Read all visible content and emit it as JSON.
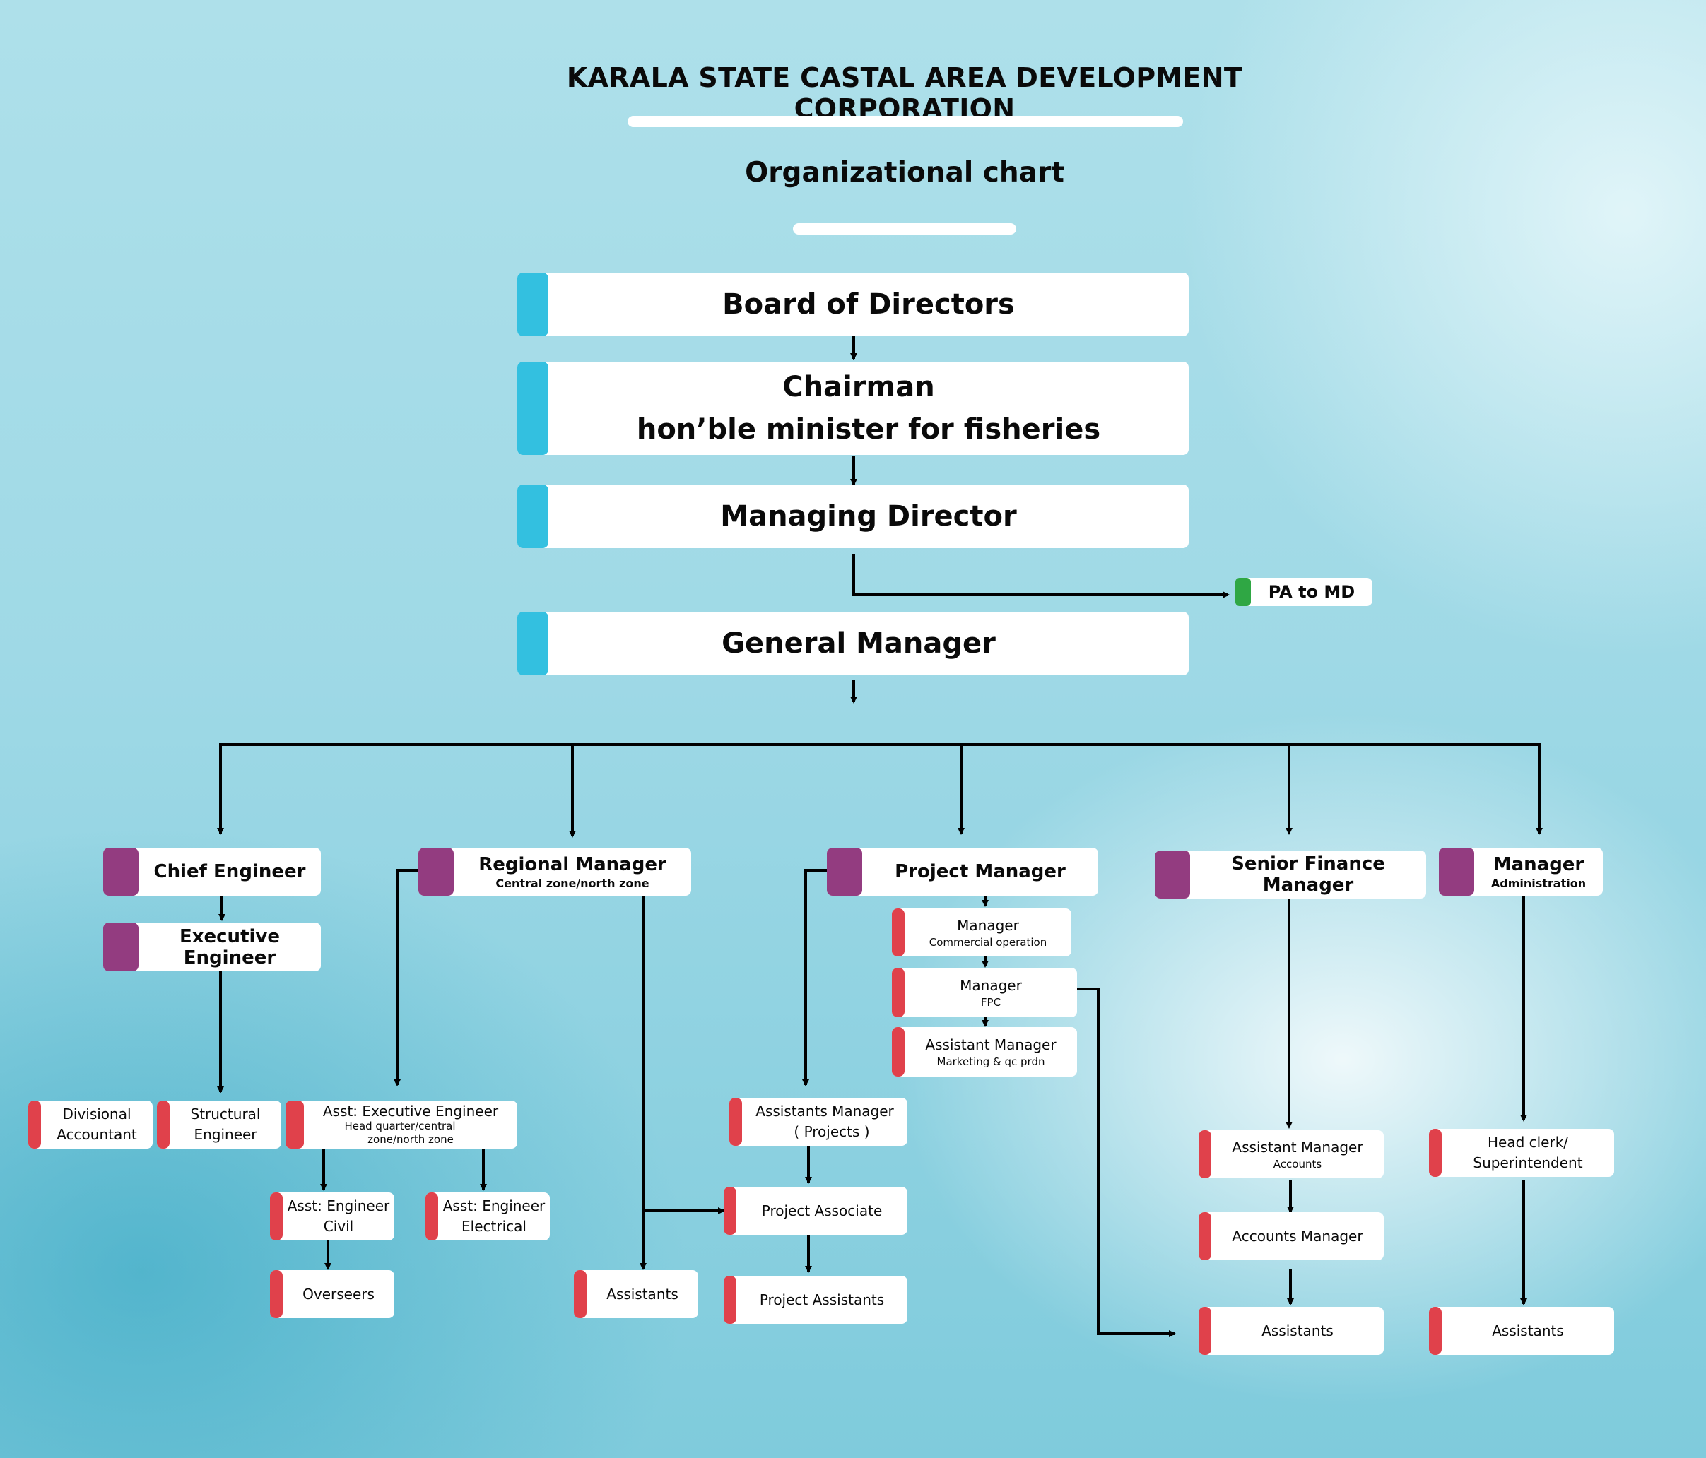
{
  "header": {
    "title": "KARALA STATE CASTAL AREA DEVELOPMENT CORPORATION",
    "subtitle": "Organizational chart"
  },
  "colors": {
    "top_accent": "#33c0e0",
    "department_accent": "#933c80",
    "staff_accent": "#e0414b",
    "assistant_accent": "#2fa744",
    "box_fill": "#ffffff",
    "connector": "#000000"
  },
  "nodes": {
    "board": {
      "title": "Board of Directors"
    },
    "chairman": {
      "title": "Chairman",
      "title2": "hon’ble minister for fisheries"
    },
    "md": {
      "title": "Managing Director"
    },
    "pa_md": {
      "title": "PA to MD"
    },
    "gm": {
      "title": "General Manager"
    },
    "chief_engineer": {
      "title": "Chief Engineer"
    },
    "executive_engineer": {
      "title": "Executive Engineer"
    },
    "regional_manager": {
      "title": "Regional Manager",
      "sub": "Central zone/north zone"
    },
    "project_manager": {
      "title": "Project Manager"
    },
    "senior_finance_manager": {
      "title": "Senior Finance Manager"
    },
    "manager_admin": {
      "title": "Manager",
      "sub": "Administration"
    },
    "mgr_commercial": {
      "title": "Manager",
      "sub": "Commercial operation"
    },
    "mgr_fpc": {
      "title": "Manager",
      "sub": "FPC"
    },
    "asst_mgr_marketing": {
      "title": "Assistant Manager",
      "sub": "Marketing & qc prdn"
    },
    "divisional_accountant": {
      "title": "Divisional",
      "title2": "Accountant"
    },
    "structural_engineer": {
      "title": "Structural",
      "title2": "Engineer"
    },
    "asst_exec_engineer": {
      "title": "Asst: Executive Engineer",
      "sub": "Head quarter/central",
      "sub2": "zone/north zone"
    },
    "asst_eng_civil": {
      "title": "Asst: Engineer",
      "title2": "Civil"
    },
    "asst_eng_electrical": {
      "title": "Asst: Engineer",
      "title2": "Electrical"
    },
    "overseers": {
      "title": "Overseers"
    },
    "rm_assistants": {
      "title": "Assistants"
    },
    "asst_mgr_projects": {
      "title": "Assistants Manager",
      "title2": "( Projects )"
    },
    "project_associate": {
      "title": "Project Associate"
    },
    "project_assistants": {
      "title": "Project Assistants"
    },
    "asst_mgr_accounts": {
      "title": "Assistant Manager",
      "sub": "Accounts"
    },
    "accounts_manager": {
      "title": "Accounts Manager"
    },
    "finance_assistants": {
      "title": "Assistants"
    },
    "head_clerk": {
      "title": "Head clerk/",
      "title2": "Superintendent"
    },
    "admin_assistants": {
      "title": "Assistants"
    }
  }
}
